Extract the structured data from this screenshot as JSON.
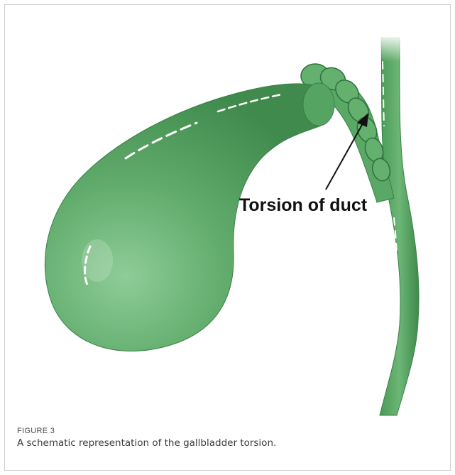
{
  "figure": {
    "number": "FIGURE 3",
    "caption": "A schematic representation of the gallbladder torsion."
  },
  "annotation": {
    "label": "Torsion of duct"
  },
  "colors": {
    "organ_fill": "#5aa865",
    "organ_dark": "#3f8a4c",
    "organ_light": "#86c490",
    "highlight": "#ffffff",
    "arrow": "#111111"
  }
}
